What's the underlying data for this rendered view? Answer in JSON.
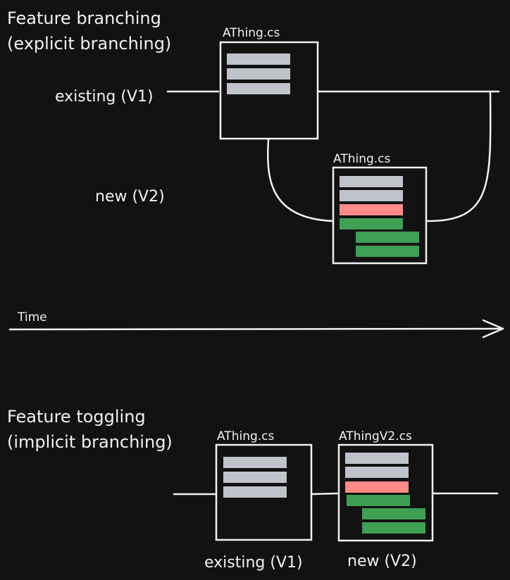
{
  "branching": {
    "title_line1": "Feature branching",
    "title_line2": "(explicit branching)",
    "existing_label": "existing (V1)",
    "new_label": "new (V2)",
    "file_v1": "AThing.cs",
    "file_v2": "AThing.cs"
  },
  "timeline": {
    "label": "Time"
  },
  "toggling": {
    "title_line1": "Feature toggling",
    "title_line2": "(implicit branching)",
    "existing_label": "existing (V1)",
    "new_label": "new (V2)",
    "file_v1": "AThing.cs",
    "file_v2": "AThingV2.cs"
  },
  "colors": {
    "background": "#121212",
    "stroke": "#f2f2f2",
    "existing_code": "#c0c4ca",
    "removed_code": "#ff8a8a",
    "added_code": "#3f9f55"
  }
}
